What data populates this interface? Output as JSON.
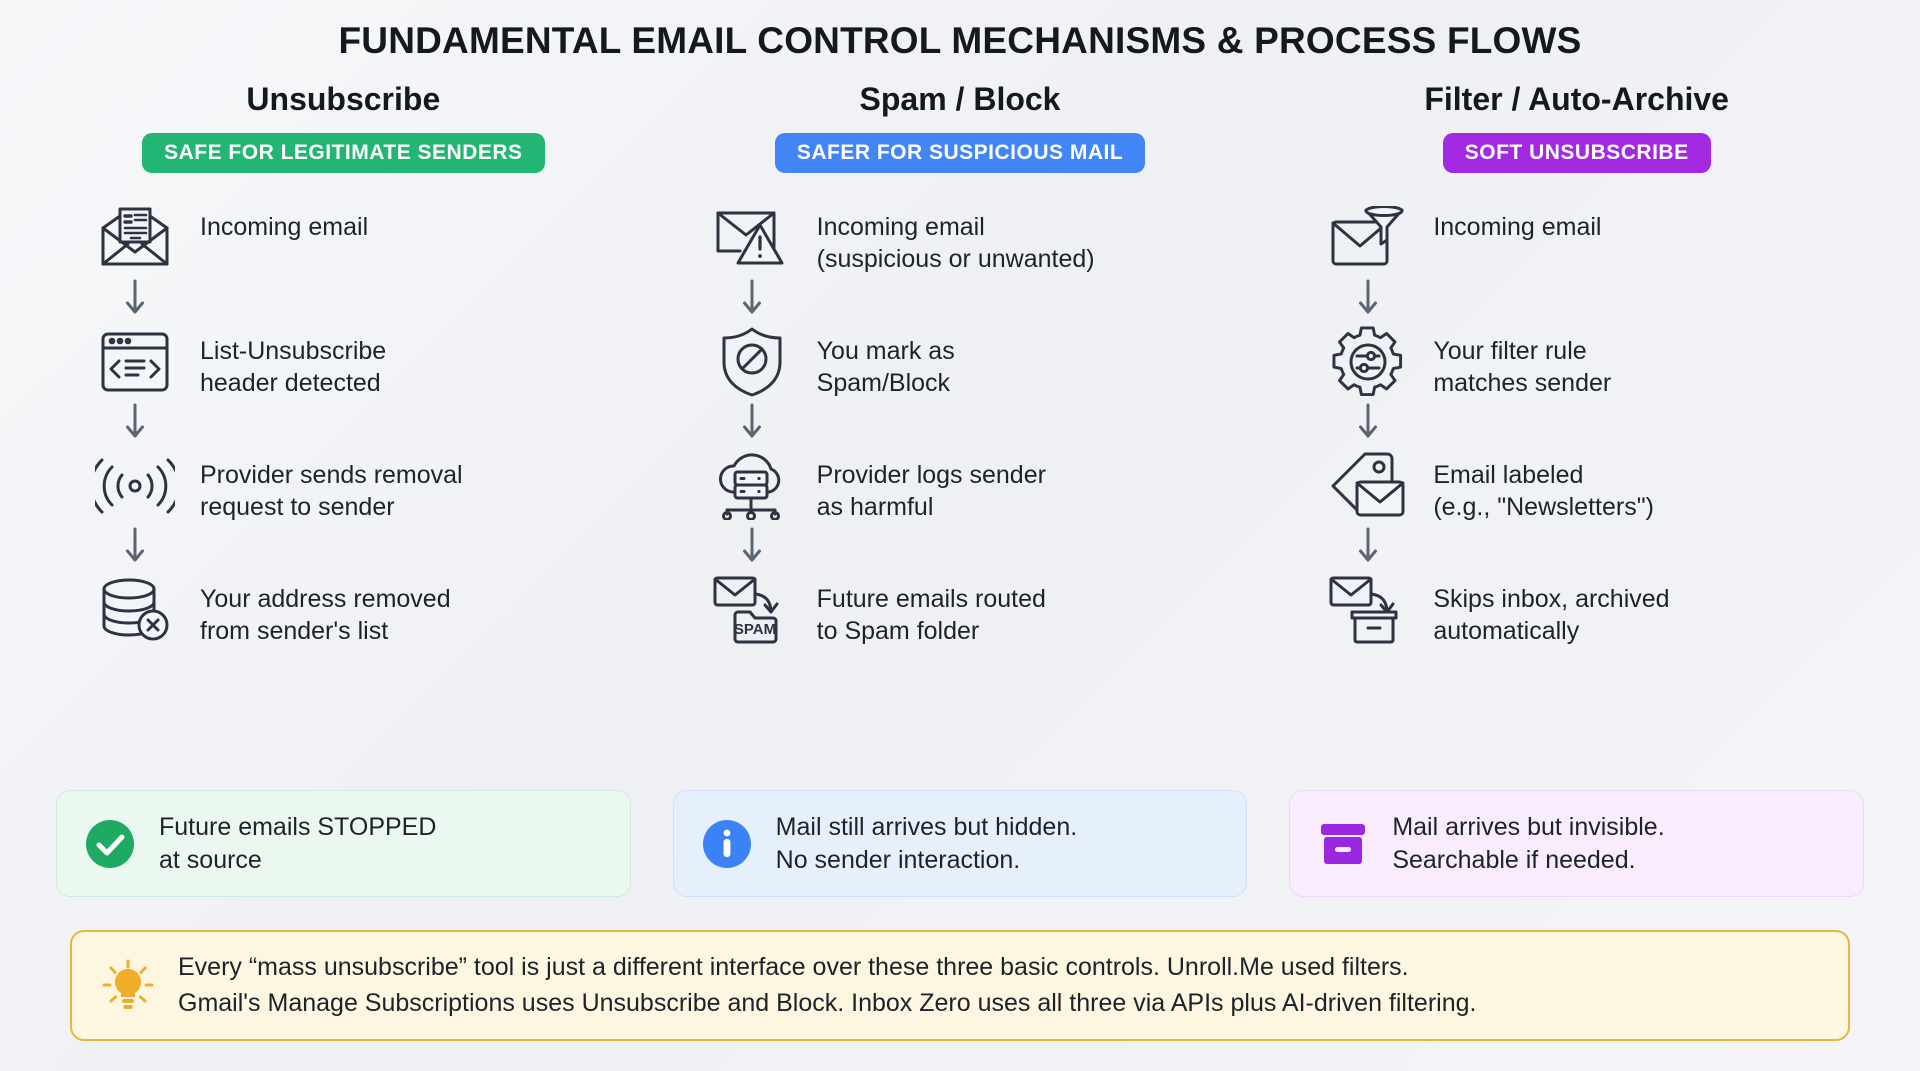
{
  "title": "FUNDAMENTAL EMAIL CONTROL MECHANISMS & PROCESS FLOWS",
  "colors": {
    "green": "#22b573",
    "blue": "#4285f4",
    "purple": "#a229e0",
    "amber": "#f0ad2a",
    "icon_stroke": "#2b3440",
    "background": "#f1f2f5"
  },
  "columns": [
    {
      "heading": "Unsubscribe",
      "badge": "SAFE FOR LEGITIMATE SENDERS",
      "badge_color": "#22b573",
      "steps": [
        {
          "icon": "newsletter-envelope-icon",
          "text": "Incoming email"
        },
        {
          "icon": "code-window-icon",
          "text": "List-Unsubscribe\nheader detected"
        },
        {
          "icon": "broadcast-signal-icon",
          "text": "Provider sends removal\nrequest to sender"
        },
        {
          "icon": "database-remove-icon",
          "text": "Your address removed\nfrom sender's list"
        }
      ],
      "outcome": {
        "icon": "check-circle-icon",
        "text": "Future emails STOPPED\nat source",
        "color": "#22b573"
      }
    },
    {
      "heading": "Spam / Block",
      "badge": "SAFER FOR SUSPICIOUS MAIL",
      "badge_color": "#4285f4",
      "steps": [
        {
          "icon": "envelope-warning-icon",
          "text": "Incoming email\n(suspicious or unwanted)"
        },
        {
          "icon": "shield-block-icon",
          "text": "You mark as\nSpam/Block"
        },
        {
          "icon": "cloud-server-icon",
          "text": "Provider logs sender\nas harmful"
        },
        {
          "icon": "envelope-to-spam-folder-icon",
          "text": "Future emails routed\nto Spam folder",
          "icon_label": "SPAM"
        }
      ],
      "outcome": {
        "icon": "info-circle-icon",
        "text": "Mail still arrives but hidden.\nNo sender interaction.",
        "color": "#4285f4"
      }
    },
    {
      "heading": "Filter / Auto-Archive",
      "badge": "SOFT UNSUBSCRIBE",
      "badge_color": "#a229e0",
      "steps": [
        {
          "icon": "envelope-funnel-icon",
          "text": "Incoming email"
        },
        {
          "icon": "gear-sliders-icon",
          "text": "Your filter rule\nmatches sender"
        },
        {
          "icon": "tag-envelope-icon",
          "text": "Email labeled\n(e.g., \"Newsletters\")"
        },
        {
          "icon": "envelope-to-archive-box-icon",
          "text": "Skips inbox, archived\nautomatically"
        }
      ],
      "outcome": {
        "icon": "archive-box-icon",
        "text": "Mail arrives but invisible.\nSearchable if needed.",
        "color": "#a229e0"
      }
    }
  ],
  "note": {
    "icon": "lightbulb-icon",
    "text": "Every “mass unsubscribe” tool is just a different interface over these three basic controls. Unroll.Me used filters.\nGmail's Manage Subscriptions uses Unsubscribe and Block. Inbox Zero uses all three via APIs plus AI-driven filtering."
  }
}
